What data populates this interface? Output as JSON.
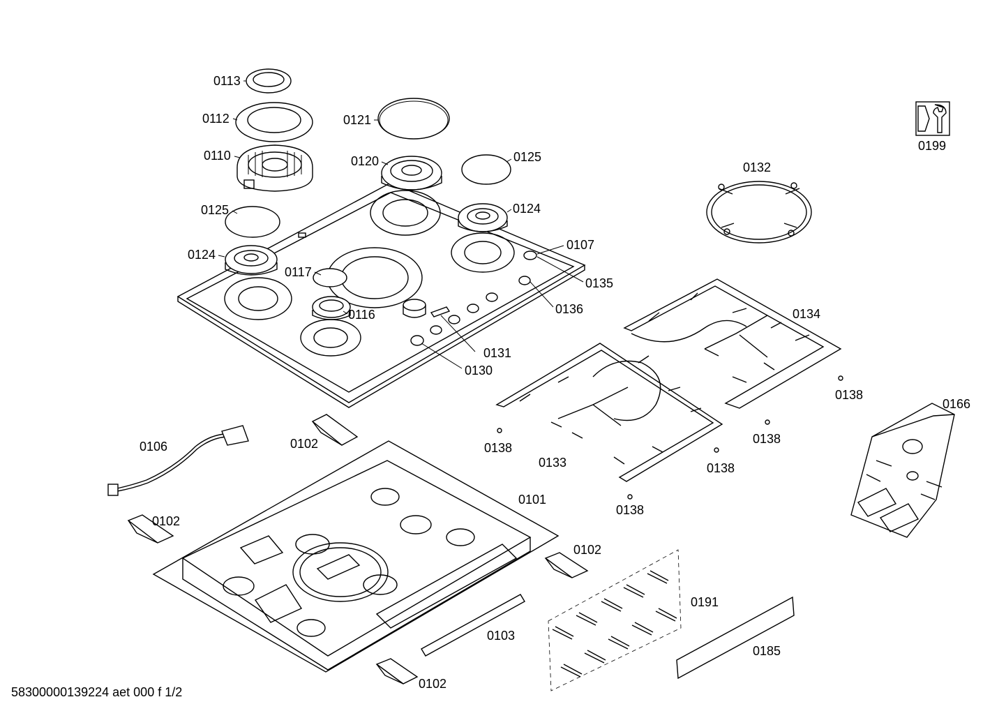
{
  "part_labels": {
    "p0101": "0101",
    "p0102a": "0102",
    "p0102b": "0102",
    "p0102c": "0102",
    "p0102d": "0102",
    "p0103": "0103",
    "p0106": "0106",
    "p0107": "0107",
    "p0110": "0110",
    "p0112": "0112",
    "p0113": "0113",
    "p0116": "0116",
    "p0117": "0117",
    "p0120": "0120",
    "p0121": "0121",
    "p0124a": "0124",
    "p0124b": "0124",
    "p0125a": "0125",
    "p0125b": "0125",
    "p0130": "0130",
    "p0131": "0131",
    "p0132": "0132",
    "p0133": "0133",
    "p0134": "0134",
    "p0135": "0135",
    "p0136": "0136",
    "p0138a": "0138",
    "p0138b": "0138",
    "p0138c": "0138",
    "p0138d": "0138",
    "p0138e": "0138",
    "p0166": "0166",
    "p0185": "0185",
    "p0191": "0191",
    "p0199": "0199"
  },
  "footer": "58300000139224 aet 000 f 1/2",
  "icons": {
    "service": "wrench-service-icon"
  }
}
